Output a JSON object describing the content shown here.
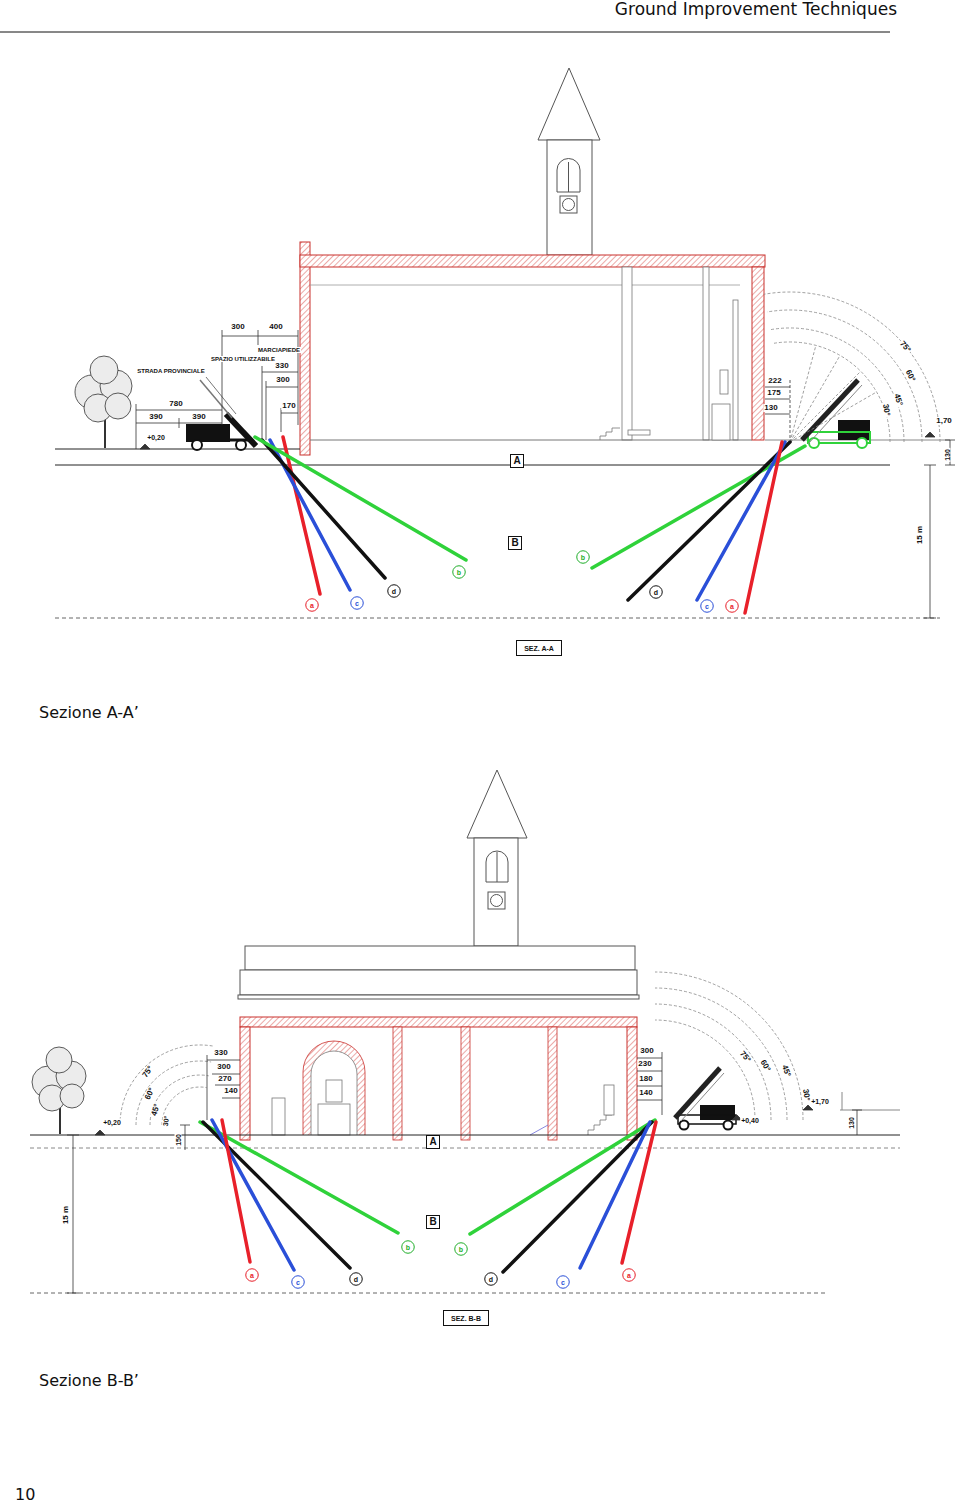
{
  "diagram": {
    "title": "Ground Improvement Techniques",
    "nodes": [
      {
        "text": [
          "A"
        ]
      },
      {
        "text": [
          "B"
        ]
      },
      {
        "text": [
          "a"
        ]
      },
      {
        "text": [
          "c"
        ]
      },
      {
        "text": [
          "d"
        ]
      },
      {
        "text": [
          "b"
        ]
      },
      {
        "text": [
          "b"
        ]
      },
      {
        "text": [
          "d"
        ]
      },
      {
        "text": [
          "c"
        ]
      },
      {
        "text": [
          "a"
        ]
      },
      {
        "text": [
          "SEZ. A-A"
        ]
      },
      {
        "text": [
          "A"
        ]
      },
      {
        "text": [
          "B"
        ]
      },
      {
        "text": [
          "b"
        ]
      },
      {
        "text": [
          "a"
        ]
      },
      {
        "text": [
          "c"
        ]
      },
      {
        "text": [
          "d"
        ]
      },
      {
        "text": [
          "b"
        ]
      },
      {
        "text": [
          "d"
        ]
      },
      {
        "text": [
          "c"
        ]
      },
      {
        "text": [
          "a"
        ]
      },
      {
        "text": [
          "SEZ. B-B"
        ]
      }
    ],
    "labels": [
      "300",
      "400",
      "MARCIAPIEDE",
      "SPAZIO UTILIZZABILE",
      "330",
      "300",
      "STRADA PROVINCIALE",
      "780",
      "390",
      "390",
      "170",
      "+0,20",
      "222",
      "175",
      "130",
      "75°",
      "60°",
      "45°",
      "30°",
      "1,70",
      "130",
      "15 m",
      "Sezione A-A’",
      "75°",
      "60°",
      "45°",
      "30°",
      "330",
      "300",
      "270",
      "140",
      "+0,20",
      "150",
      "15 m",
      "300",
      "230",
      "180",
      "140",
      "75°",
      "60°",
      "45°",
      "30°",
      "+0,40",
      "+1,70",
      "130",
      "Sezione B-B’",
      "10"
    ]
  }
}
